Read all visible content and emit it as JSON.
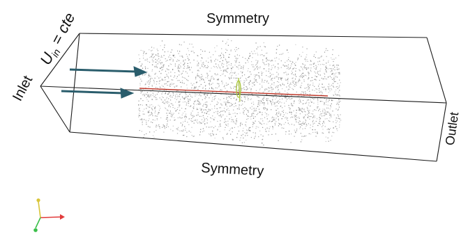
{
  "labels": {
    "symmetry_top": "Symmetry",
    "symmetry_bottom": "Symmetry",
    "inlet": "Inlet",
    "inflow_var": "U",
    "inflow_sub": "in",
    "inflow_rest": " = cte",
    "outlet": "Outlet"
  },
  "colors": {
    "box_edge": "#1a1a1a",
    "flow_arrow": "#2a5d6c",
    "particles": "#7a7a7a",
    "centerline": "#c0392b",
    "injector": "#a8c33a",
    "axis_x": "#e23b3b",
    "axis_y": "#d9c53a",
    "axis_z": "#3bbf4a"
  },
  "icons": {
    "flow_arrows": "arrow-right-icon",
    "axis_triad": "xyz-axes-icon"
  }
}
